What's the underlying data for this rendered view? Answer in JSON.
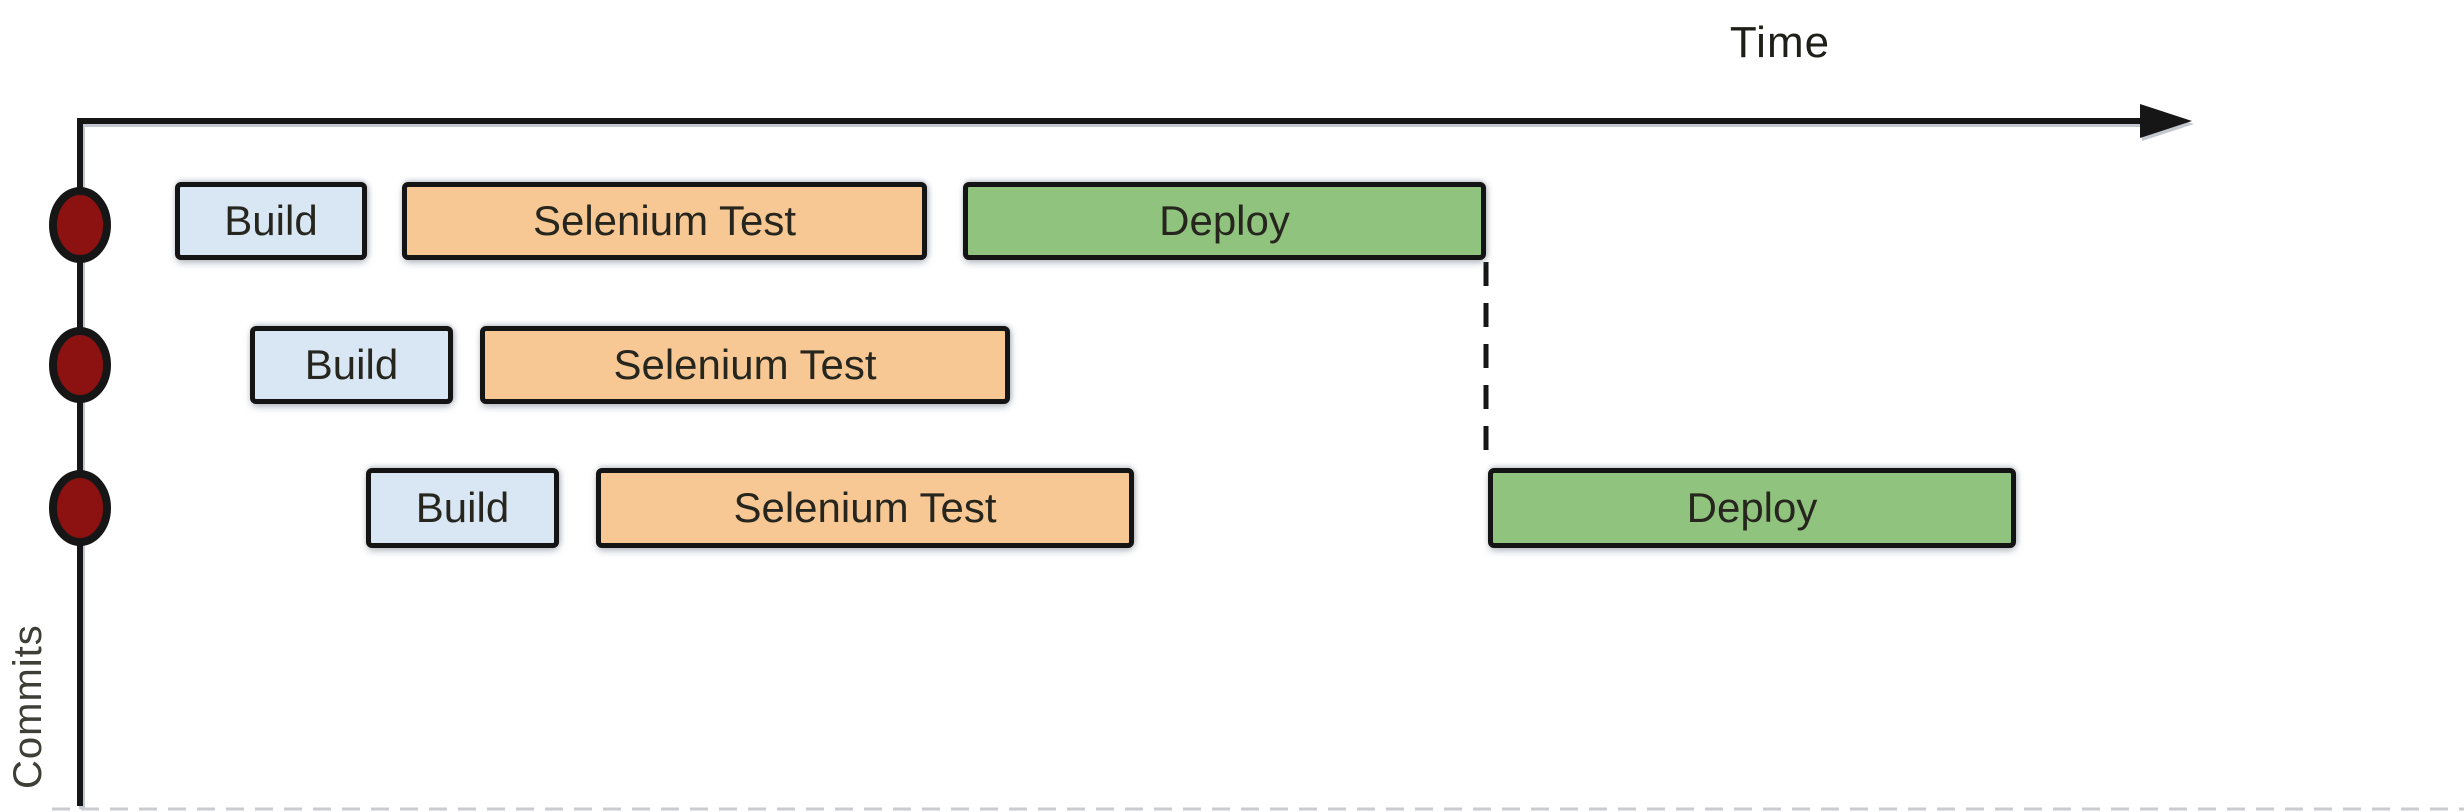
{
  "axes": {
    "time_label": "Time",
    "commits_label": "Commits"
  },
  "colors": {
    "build_fill": "#d9e6f4",
    "test_fill": "#f8c894",
    "deploy_fill": "#90c47e",
    "commit_dot": "#8c1111",
    "line": "#161616",
    "page_edge": "#c9cdd2"
  },
  "pipelines": [
    {
      "stages": [
        {
          "label": "Build",
          "type": "build"
        },
        {
          "label": "Selenium Test",
          "type": "test"
        },
        {
          "label": "Deploy",
          "type": "deploy"
        }
      ]
    },
    {
      "stages": [
        {
          "label": "Build",
          "type": "build"
        },
        {
          "label": "Selenium Test",
          "type": "test"
        }
      ]
    },
    {
      "stages": [
        {
          "label": "Build",
          "type": "build"
        },
        {
          "label": "Selenium Test",
          "type": "test"
        },
        {
          "label": "Deploy",
          "type": "deploy"
        }
      ]
    }
  ]
}
